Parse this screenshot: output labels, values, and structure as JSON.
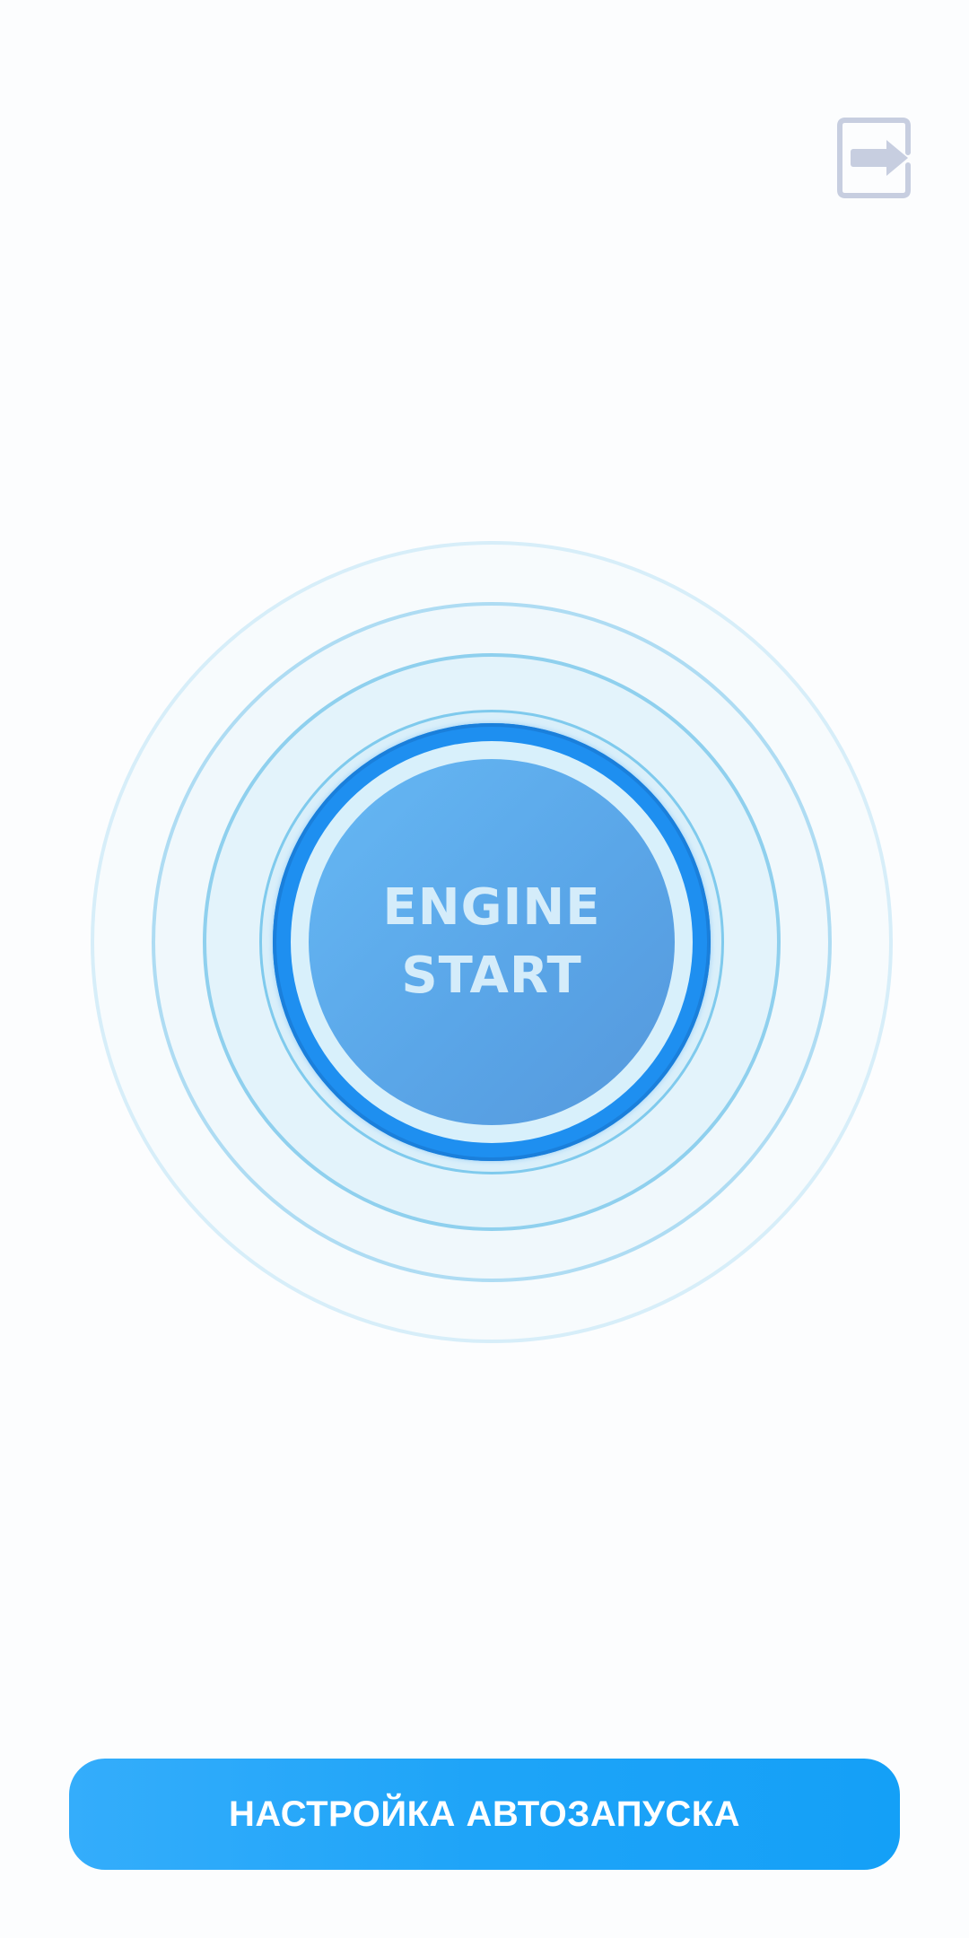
{
  "header": {
    "logout_icon": "logout-icon"
  },
  "engine": {
    "line1": "ENGINE",
    "line2": "START"
  },
  "footer": {
    "setup_label": "НАСТРОЙКА АВТОЗАПУСКА"
  },
  "colors": {
    "accent": "#1ea4f8",
    "button_face": "#5aa6e8",
    "ring_dark": "#1e8ff0",
    "icon_gray": "#c7cee0"
  }
}
